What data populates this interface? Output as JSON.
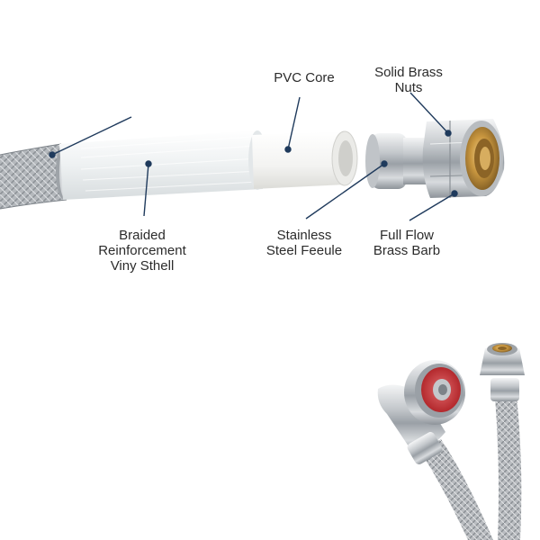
{
  "labels": {
    "pvc_core": {
      "lines": [
        "PVC Core"
      ]
    },
    "solid_brass_nuts": {
      "lines": [
        "Solid Brass",
        "Nuts"
      ]
    },
    "braided_reinforcement": {
      "lines": [
        "Braided",
        "Reinforcement",
        "Viny Sthell"
      ]
    },
    "stainless_ferrule": {
      "lines": [
        "Stainless",
        "Steel Feeule"
      ]
    },
    "full_flow_barb": {
      "lines": [
        "Full Flow",
        "Brass Barb"
      ]
    }
  },
  "colors": {
    "label_text": "#2b2b2b",
    "leader_line": "#1f3a5c",
    "pvc_core": "#f6f6f4",
    "vinyl_shell": "#eef0f0",
    "braid": "#a9adb1",
    "chrome": "#c7cbcf",
    "brass": "#c89a4a",
    "red_washer": "#c8393c"
  },
  "icons": {
    "cutaway_hose": "hose-cutaway-illustration",
    "compression_nut": "brass-nut-icon",
    "washing_hoses": "braided-hoses-photo"
  }
}
